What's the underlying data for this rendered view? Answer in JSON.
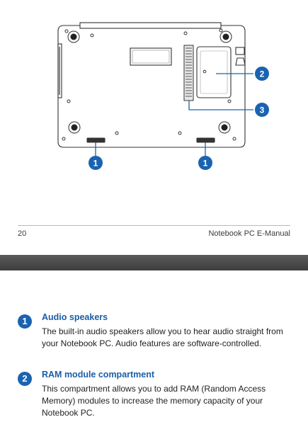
{
  "footer": {
    "page_number": "20",
    "manual_name": "Notebook PC E-Manual"
  },
  "diagram": {
    "callouts": [
      "1",
      "1",
      "2",
      "3"
    ]
  },
  "items": [
    {
      "number": "1",
      "title": "Audio speakers",
      "description": "The built-in audio speakers allow you to hear audio straight from your Notebook PC. Audio features are software-controlled."
    },
    {
      "number": "2",
      "title": "RAM module compartment",
      "description": "This compartment allows you to add RAM (Random Access Memory) modules to increase the memory capacity of your Notebook PC."
    }
  ],
  "colors": {
    "accent": "#1a63b0",
    "title": "#1a5ea8",
    "separator": "#4a4a4a"
  },
  "icons": {
    "callout": "numbered-circle-icon"
  }
}
